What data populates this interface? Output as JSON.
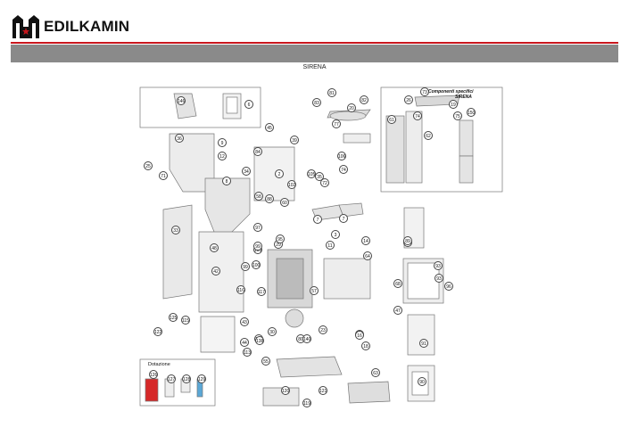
{
  "brand": {
    "name": "EDILKAMIN"
  },
  "page": {
    "title": "SIRENA"
  },
  "diagram": {
    "specific_components_label": "Componenti specifici",
    "specific_components_model": "SIRENA",
    "accessories_label": "Dotazione",
    "part_numbers": [
      "6",
      "146",
      "81",
      "82",
      "83",
      "20",
      "73",
      "26",
      "74",
      "19",
      "150",
      "61",
      "45",
      "39",
      "77",
      "75",
      "9",
      "12",
      "84",
      "34",
      "58",
      "102",
      "25",
      "71",
      "2",
      "106",
      "74",
      "105",
      "88",
      "8",
      "60",
      "62",
      "100",
      "35",
      "33",
      "7",
      "7",
      "3",
      "11",
      "48",
      "29",
      "14",
      "64",
      "68",
      "89",
      "97",
      "103",
      "89",
      "36",
      "95",
      "99",
      "99",
      "93",
      "93",
      "96",
      "116",
      "117",
      "57",
      "72",
      "125",
      "30",
      "80",
      "115",
      "122",
      "137",
      "140",
      "43",
      "44",
      "113",
      "55",
      "138",
      "42",
      "23",
      "3",
      "18",
      "16",
      "47",
      "91",
      "90",
      "127",
      "128",
      "129",
      "126",
      "121",
      "119",
      "63",
      "120"
    ]
  }
}
